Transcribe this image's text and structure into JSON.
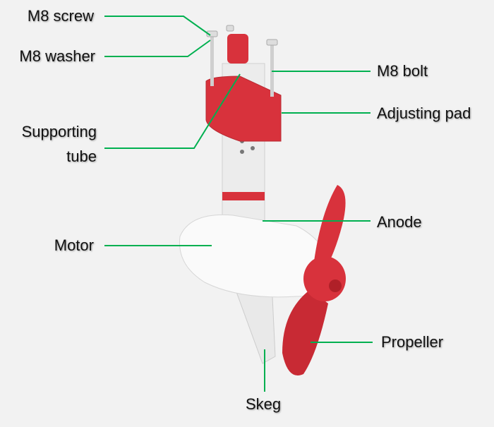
{
  "labels": {
    "m8_screw": "M8 screw",
    "m8_washer": "M8 washer",
    "m8_bolt": "M8 bolt",
    "adjusting_pad": "Adjusting pad",
    "supporting_tube_1": "Supporting",
    "supporting_tube_2": "tube",
    "anode": "Anode",
    "motor": "Motor",
    "propeller": "Propeller",
    "skeg": "Skeg"
  },
  "colors": {
    "leader_line": "#00b050",
    "red_parts": "#d8323c",
    "body": "#f7f7f7",
    "background": "#f2f2f2"
  }
}
